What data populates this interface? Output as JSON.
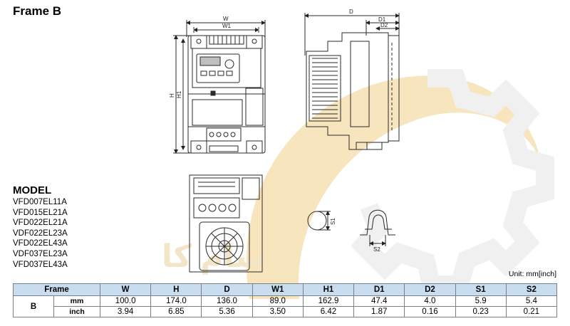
{
  "frame_title": "Frame B",
  "model_heading": "MODEL",
  "models": [
    "VFD007EL11A",
    "VFD015EL21A",
    "VFD022EL21A",
    "VDF022EL23A",
    "VFD022EL43A",
    "VDF037EL23A",
    "VFD037EL43A"
  ],
  "unit_note": "Unit: mm[inch]",
  "drawing_labels": {
    "w": "W",
    "w1": "W1",
    "h": "H",
    "h1": "H1",
    "d": "D",
    "d1": "D1",
    "d2": "D2",
    "s1": "S1",
    "s2": "S2"
  },
  "table": {
    "headers": [
      "Frame",
      "W",
      "H",
      "D",
      "W1",
      "H1",
      "D1",
      "D2",
      "S1",
      "S2"
    ],
    "frame": "B",
    "rows": [
      {
        "unit": "mm",
        "values": [
          "100.0",
          "174.0",
          "136.0",
          "89.0",
          "162.9",
          "47.4",
          "4.0",
          "5.9",
          "5.4"
        ]
      },
      {
        "unit": "inch",
        "values": [
          "3.94",
          "6.85",
          "5.36",
          "3.50",
          "6.42",
          "1.87",
          "0.16",
          "0.23",
          "0.21"
        ]
      }
    ]
  },
  "colors": {
    "table_header_bg": "#c8def0",
    "line": "#2a2a2a",
    "watermark_orange": "#f0c56a",
    "watermark_gray": "#e2e2e2"
  },
  "watermark": {
    "arabic_text": "سام کا",
    "latin_text": "samkala.com"
  }
}
